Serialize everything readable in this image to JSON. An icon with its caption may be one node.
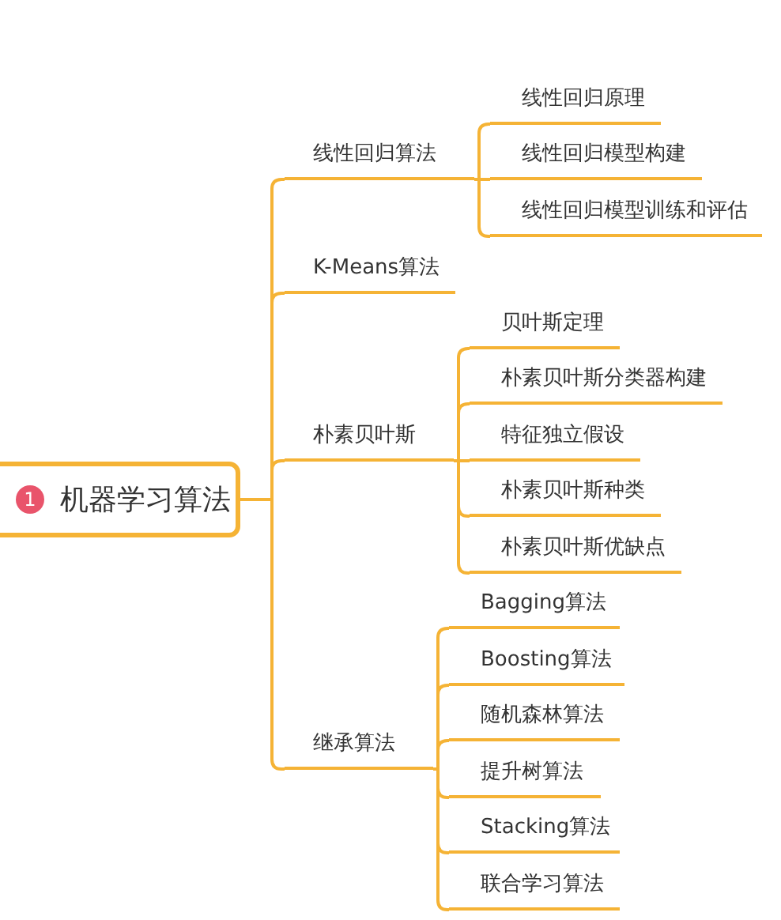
{
  "diagram": {
    "nodes": [
      {
        "text": [
          "1",
          "机器学习算法"
        ]
      },
      {
        "text": [
          "线性回归算法"
        ]
      },
      {
        "text": [
          "线性回归原理"
        ]
      },
      {
        "text": [
          "线性回归模型构建"
        ]
      },
      {
        "text": [
          "线性回归模型训练和评估"
        ]
      },
      {
        "text": [
          "K-Means算法"
        ]
      },
      {
        "text": [
          "朴素贝叶斯"
        ]
      },
      {
        "text": [
          "贝叶斯定理"
        ]
      },
      {
        "text": [
          "朴素贝叶斯分类器构建"
        ]
      },
      {
        "text": [
          "特征独立假设"
        ]
      },
      {
        "text": [
          "朴素贝叶斯种类"
        ]
      },
      {
        "text": [
          "朴素贝叶斯优缺点"
        ]
      },
      {
        "text": [
          "继承算法"
        ]
      },
      {
        "text": [
          "Bagging算法"
        ]
      },
      {
        "text": [
          "Boosting算法"
        ]
      },
      {
        "text": [
          "随机森林算法"
        ]
      },
      {
        "text": [
          "提升树算法"
        ]
      },
      {
        "text": [
          "Stacking算法"
        ]
      },
      {
        "text": [
          "联合学习算法"
        ]
      }
    ],
    "edges": [
      {
        "from": 0,
        "to": 1,
        "arrow": "none"
      },
      {
        "from": 0,
        "to": 5,
        "arrow": "none"
      },
      {
        "from": 0,
        "to": 6,
        "arrow": "none"
      },
      {
        "from": 0,
        "to": 12,
        "arrow": "none"
      },
      {
        "from": 1,
        "to": 2,
        "arrow": "none"
      },
      {
        "from": 1,
        "to": 3,
        "arrow": "none"
      },
      {
        "from": 1,
        "to": 4,
        "arrow": "none"
      },
      {
        "from": 6,
        "to": 7,
        "arrow": "none"
      },
      {
        "from": 6,
        "to": 8,
        "arrow": "none"
      },
      {
        "from": 6,
        "to": 9,
        "arrow": "none"
      },
      {
        "from": 6,
        "to": 10,
        "arrow": "none"
      },
      {
        "from": 6,
        "to": 11,
        "arrow": "none"
      },
      {
        "from": 12,
        "to": 13,
        "arrow": "none"
      },
      {
        "from": 12,
        "to": 14,
        "arrow": "none"
      },
      {
        "from": 12,
        "to": 15,
        "arrow": "none"
      },
      {
        "from": 12,
        "to": 16,
        "arrow": "none"
      },
      {
        "from": 12,
        "to": 17,
        "arrow": "none"
      },
      {
        "from": 12,
        "to": 18,
        "arrow": "none"
      }
    ]
  }
}
